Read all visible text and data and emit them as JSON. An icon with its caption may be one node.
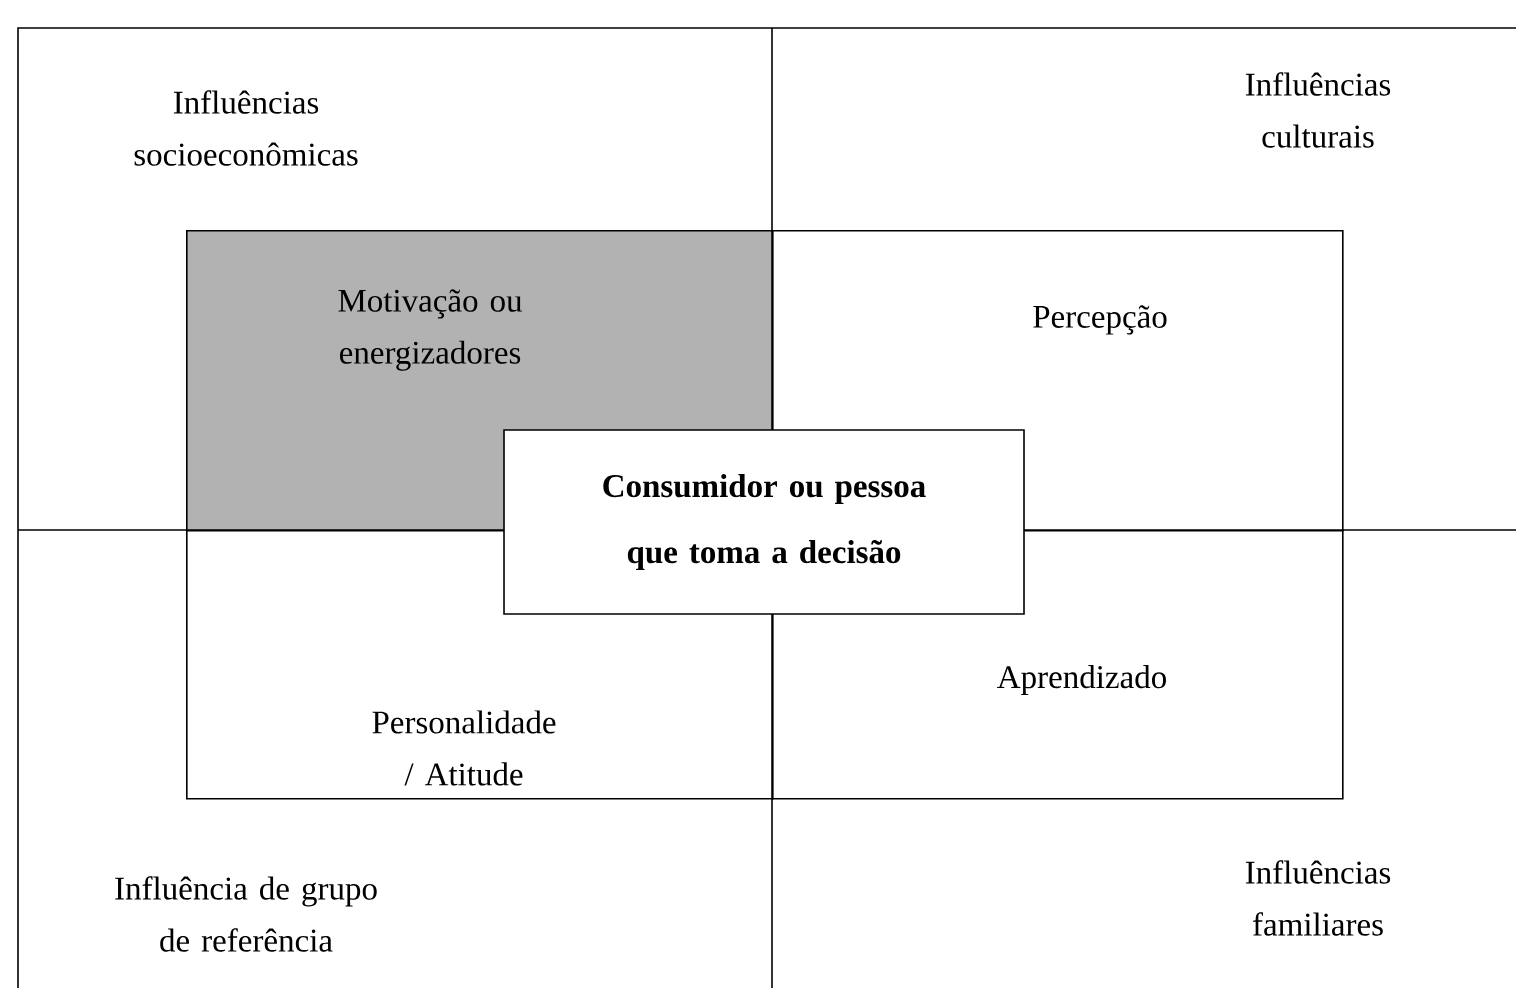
{
  "diagram": {
    "nodes": [
      {
        "text": [
          "Motivação ou energizadores"
        ]
      },
      {
        "text": [
          "Percepção"
        ]
      },
      {
        "text": [
          "Personalidade / Atitude"
        ]
      },
      {
        "text": [
          "Aprendizado"
        ]
      },
      {
        "text": [
          "Consumidor ou pessoa que toma a decisão"
        ]
      }
    ],
    "labels": [
      "Influências socioeconômicas",
      "Influências culturais",
      "Influência de grupo de referência",
      "Influências familiares"
    ]
  }
}
